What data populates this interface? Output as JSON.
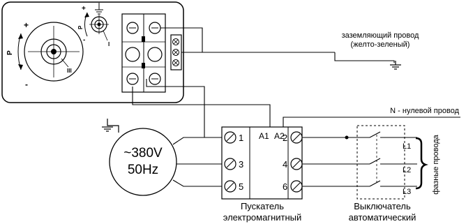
{
  "labels": {
    "ground_wire_line1": "заземляющий провод",
    "ground_wire_line2": "(желто-зеленый)",
    "neutral_wire": "N - нулевой провод",
    "phase_wires": "фазные провода",
    "source_voltage": "~380V",
    "source_freq": "50Hz",
    "starter_line1": "Пускатель",
    "starter_line2": "электромагнитный",
    "breaker_line1": "Выключатель",
    "breaker_line2": "автоматический",
    "a1": "A1",
    "a2": "A2",
    "term_1": "1",
    "term_2": "2",
    "term_3": "3",
    "term_4": "4",
    "term_5": "5",
    "term_6": "6",
    "l1": "L1",
    "l2": "L2",
    "l3": "L3",
    "sensor_roman_1": "I",
    "sensor_roman_3": "III",
    "p_label": "P",
    "plus": "+",
    "minus": "-"
  },
  "colors": {
    "line": "#000000",
    "panel_fill": "#ffffff",
    "terminal_fill": "#ffffff"
  }
}
